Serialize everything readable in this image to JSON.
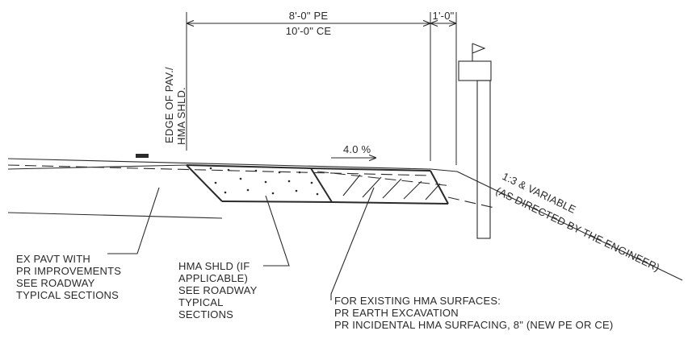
{
  "dimensions": {
    "width_pe": "8'-0\" PE",
    "width_ce": "10'-0\" CE",
    "offset": "1'-0\""
  },
  "labels": {
    "edge_line1": "EDGE OF PAV./",
    "edge_line2": "HMA SHLD.",
    "slope_pct": "4.0 %",
    "side_slope_line1": "1:3 & VARIABLE",
    "side_slope_line2": "(AS DIRECTED BY THE ENGINEER)"
  },
  "callouts": {
    "ex_pavt": [
      "EX PAVT WITH",
      "PR IMPROVEMENTS",
      "SEE ROADWAY",
      "TYPICAL SECTIONS"
    ],
    "hma_shld": [
      "HMA SHLD (IF",
      "APPLICABLE)",
      "SEE ROADWAY",
      "TYPICAL",
      "SECTIONS"
    ],
    "existing_hma": [
      "FOR EXISTING HMA SURFACES:",
      "PR EARTH EXCAVATION",
      "PR INCIDENTAL HMA SURFACING, 8\" (NEW PE OR CE)"
    ]
  }
}
